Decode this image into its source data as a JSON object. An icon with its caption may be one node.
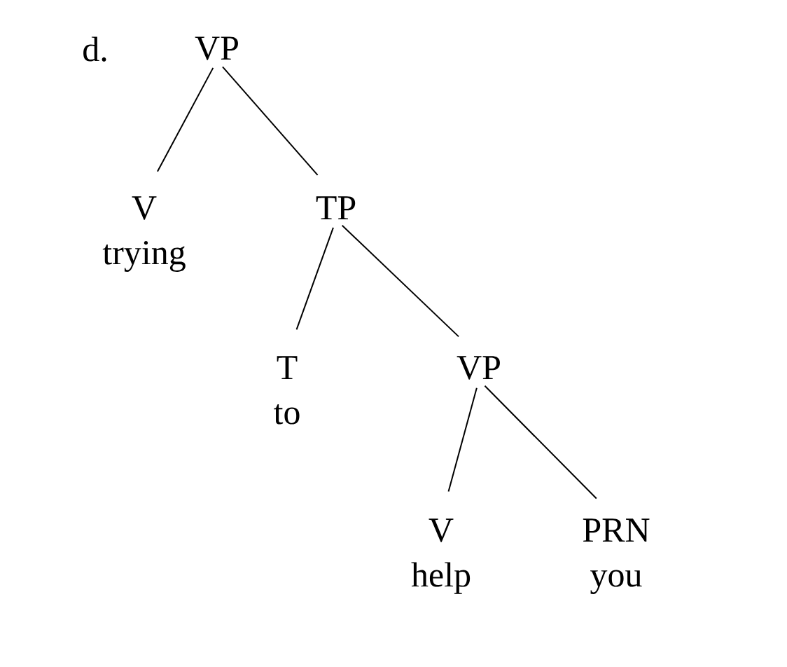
{
  "diagram": {
    "nodes": [
      {
        "text": [
          "VP"
        ]
      },
      {
        "text": [
          "V",
          "trying"
        ]
      },
      {
        "text": [
          "TP"
        ]
      },
      {
        "text": [
          "T",
          "to"
        ]
      },
      {
        "text": [
          "VP"
        ]
      },
      {
        "text": [
          "V",
          "help"
        ]
      },
      {
        "text": [
          "PRN",
          "you"
        ]
      }
    ],
    "edges": [
      {
        "from": 0,
        "to": 1,
        "arrow": "none"
      },
      {
        "from": 0,
        "to": 2,
        "arrow": "none"
      },
      {
        "from": 2,
        "to": 3,
        "arrow": "none"
      },
      {
        "from": 2,
        "to": 4,
        "arrow": "none"
      },
      {
        "from": 4,
        "to": 5,
        "arrow": "none"
      },
      {
        "from": 4,
        "to": 6,
        "arrow": "none"
      }
    ],
    "labels": [
      "d."
    ]
  }
}
